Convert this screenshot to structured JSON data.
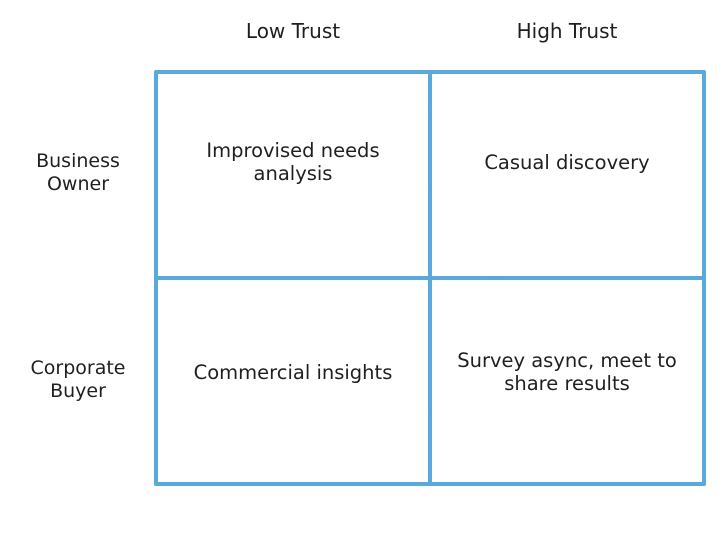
{
  "columns": [
    "Low Trust",
    "High Trust"
  ],
  "rows": [
    {
      "line1": "Business",
      "line2": "Owner"
    },
    {
      "line1": "Corporate",
      "line2": "Buyer"
    }
  ],
  "cells": {
    "top_left": "Improvised needs analysis",
    "top_right": "Casual discovery",
    "bottom_left": "Commercial insights",
    "bottom_right": "Survey async, meet to share results"
  },
  "colors": {
    "grid_line": "#5aa9dc",
    "text": "#1f1f1f"
  }
}
